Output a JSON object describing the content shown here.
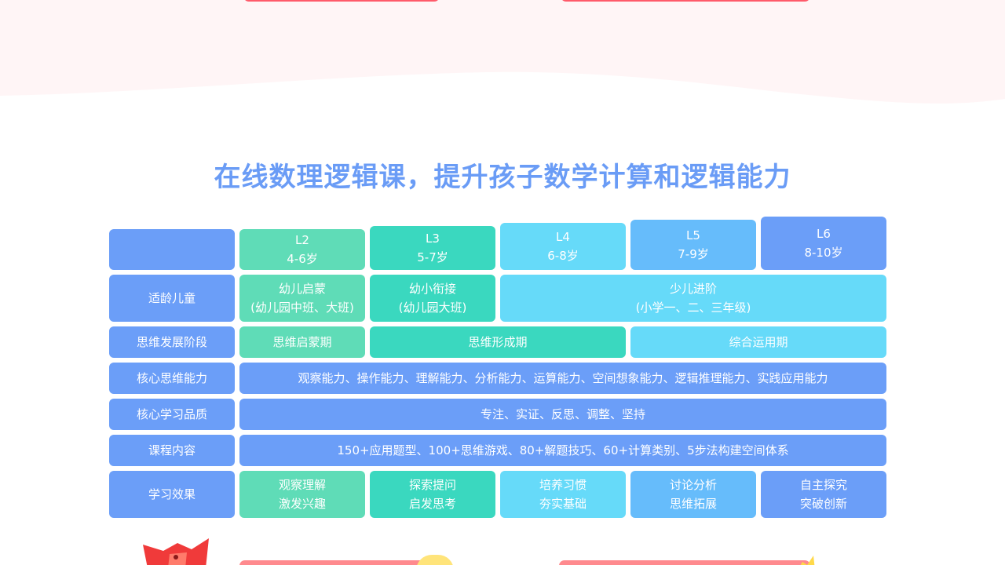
{
  "heading": "在线数理逻辑课，提升孩子数学计算和逻辑能力",
  "levels": [
    {
      "level": "L2",
      "age": "4-6岁"
    },
    {
      "level": "L3",
      "age": "5-7岁"
    },
    {
      "level": "L4",
      "age": "6-8岁"
    },
    {
      "level": "L5",
      "age": "7-9岁"
    },
    {
      "level": "L6",
      "age": "8-10岁"
    }
  ],
  "rows": {
    "suitable": {
      "label": "适龄儿童",
      "values": [
        {
          "line1": "幼儿启蒙",
          "line2": "(幼儿园中班、大班)"
        },
        {
          "line1": "幼小衔接",
          "line2": "(幼儿园大班)"
        },
        {
          "line1": "少儿进阶",
          "line2": "(小学一、二、三年级)"
        }
      ]
    },
    "stage": {
      "label": "思维发展阶段",
      "values": [
        "思维启蒙期",
        "思维形成期",
        "综合运用期"
      ]
    },
    "ability": {
      "label": "核心思维能力",
      "value": "观察能力、操作能力、理解能力、分析能力、运算能力、空间想象能力、逻辑推理能力、实践应用能力"
    },
    "quality": {
      "label": "核心学习品质",
      "value": "专注、实证、反思、调整、坚持"
    },
    "content": {
      "label": "课程内容",
      "value": "150+应用题型、100+思维游戏、80+解题技巧、60+计算类别、5步法构建空间体系"
    },
    "effect": {
      "label": "学习效果",
      "values": [
        {
          "line1": "观察理解",
          "line2": "激发兴趣"
        },
        {
          "line1": "探索提问",
          "line2": "启发思考"
        },
        {
          "line1": "培养习惯",
          "line2": "夯实基础"
        },
        {
          "line1": "讨论分析",
          "line2": "思维拓展"
        },
        {
          "line1": "自主探究",
          "line2": "突破创新"
        }
      ]
    }
  },
  "colors": {
    "heading": "#6a9cf6",
    "label_blue": "#6b9ef8",
    "mint": "#5fdcb7",
    "teal": "#3ad8bf",
    "cyan": "#66daf9",
    "sky": "#66bcfb",
    "accent_red": "#ff5a6a"
  }
}
